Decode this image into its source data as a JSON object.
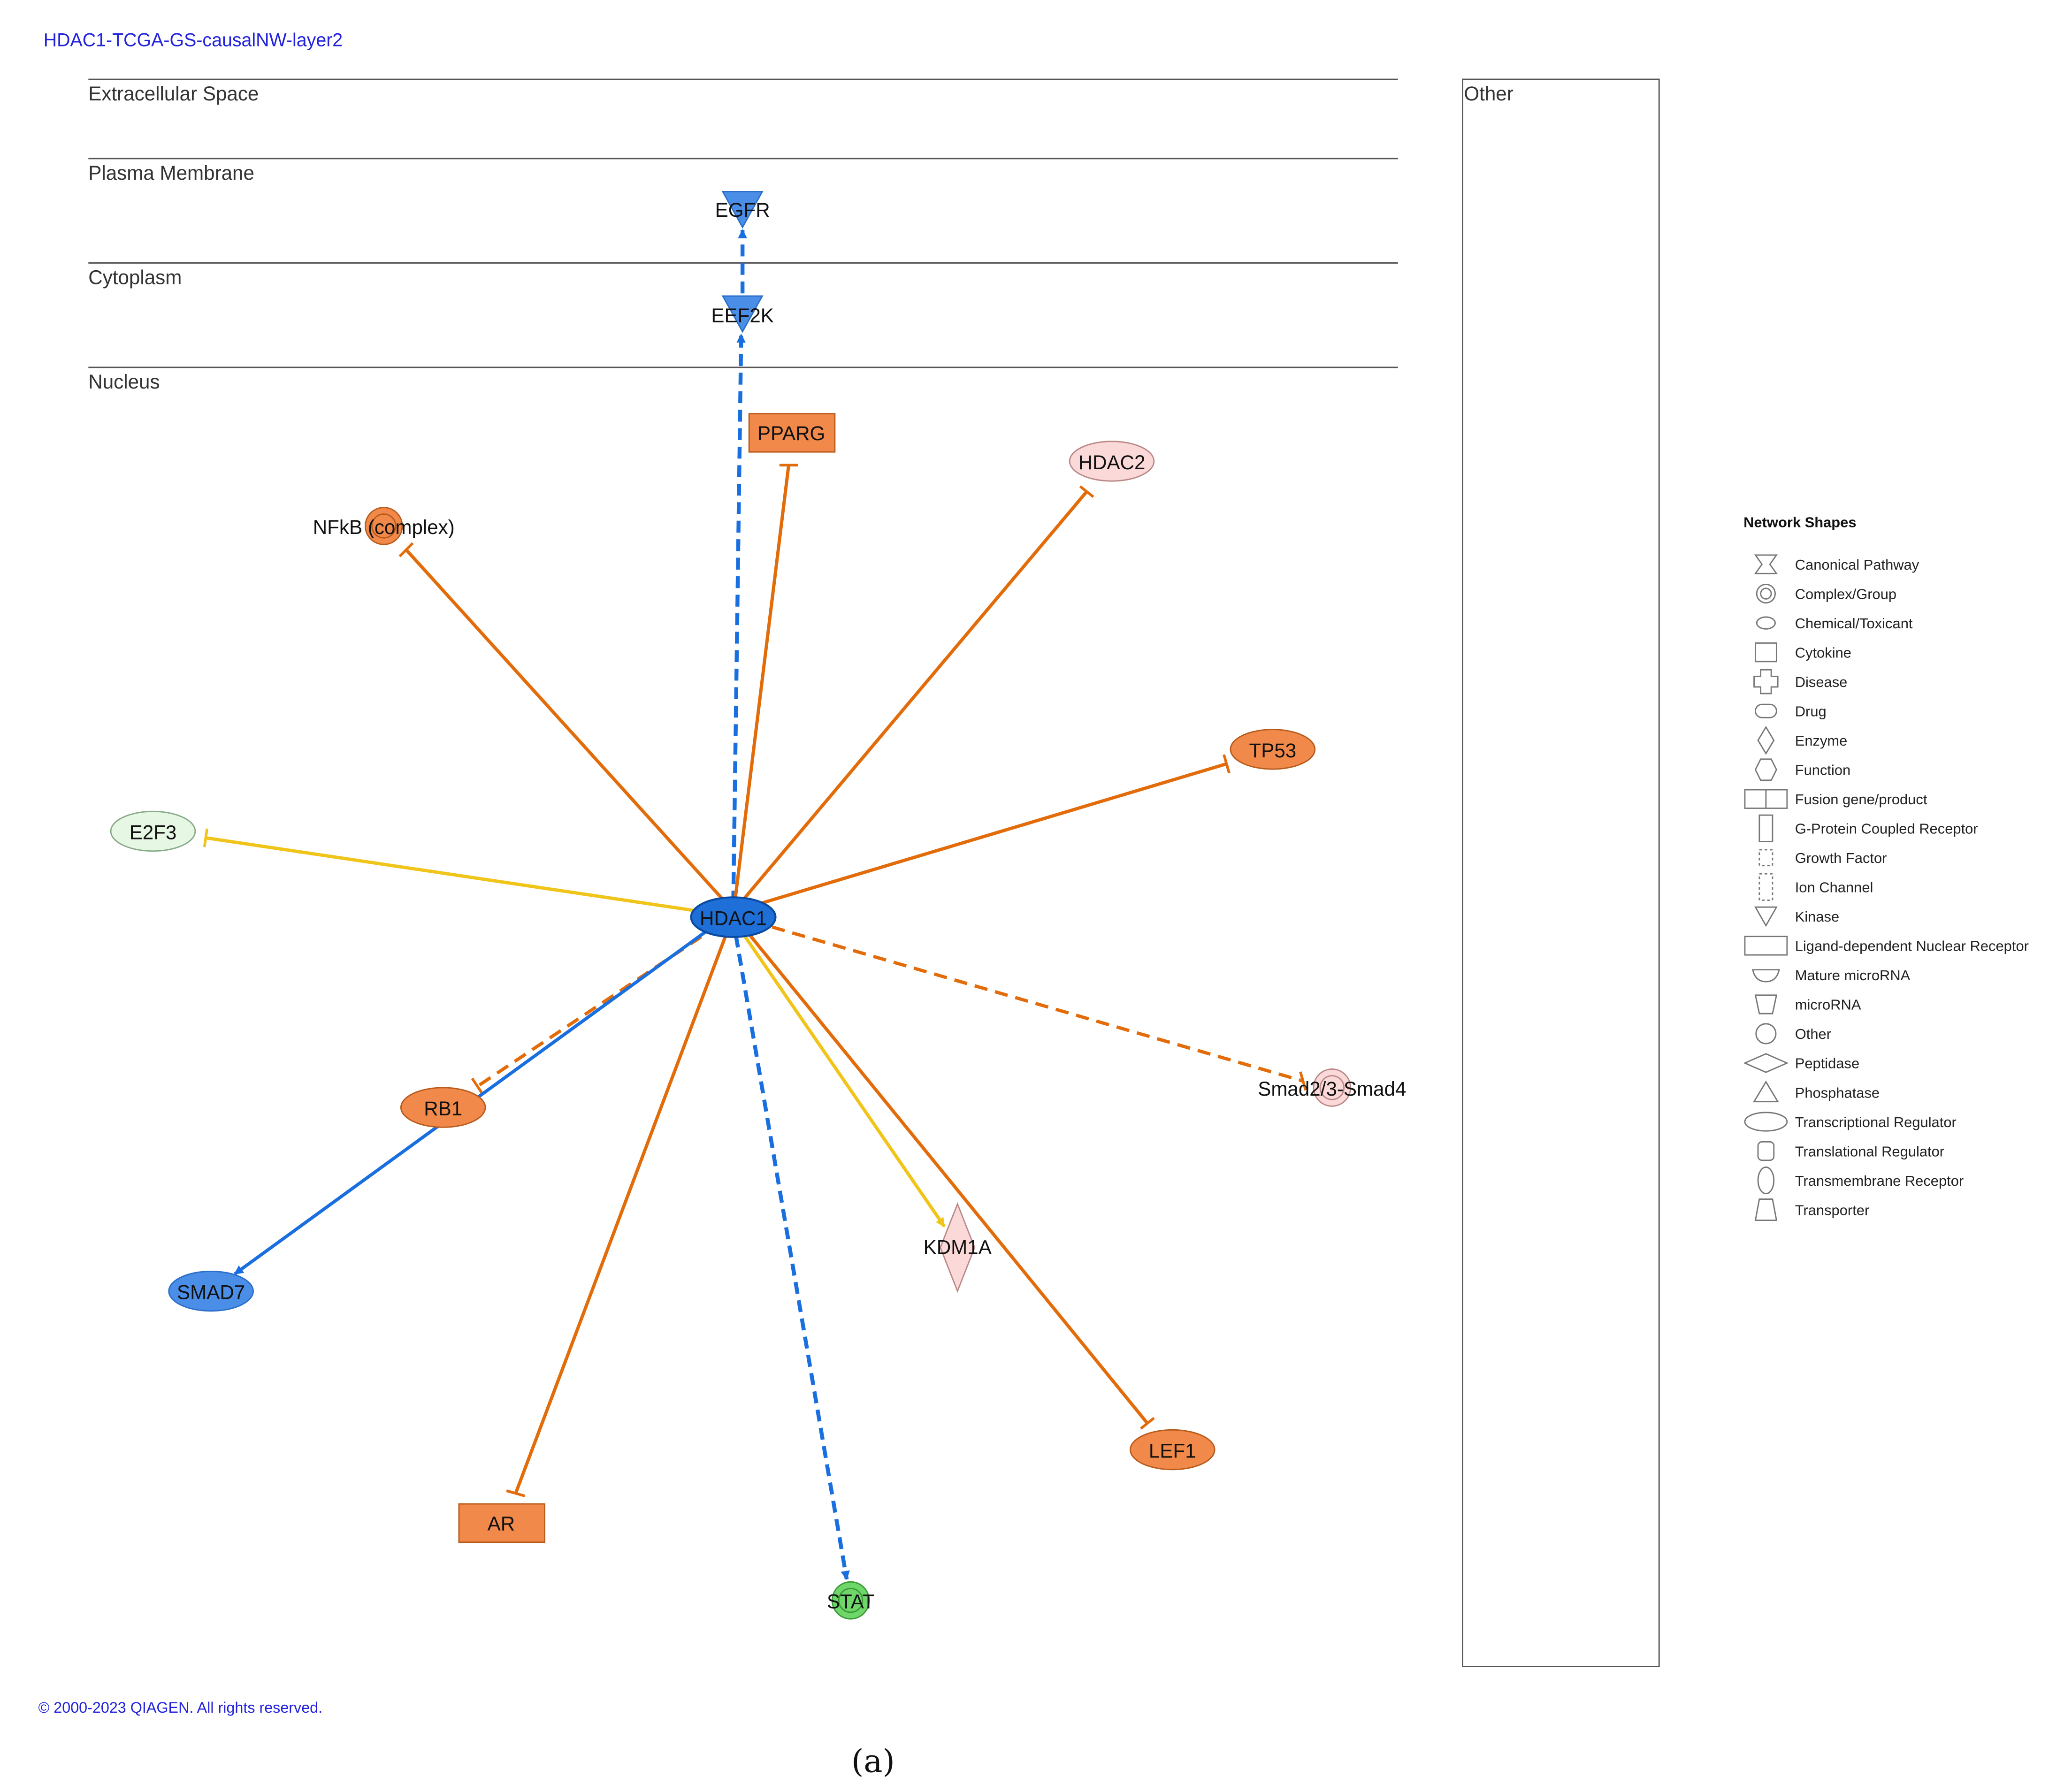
{
  "title": "HDAC1-TCGA-GS-causalNW-layer2",
  "copyright": "© 2000-2023 QIAGEN. All rights reserved.",
  "caption": "(a)",
  "colors": {
    "blue_link": "#2222dd",
    "orange": "#e36c0a",
    "yellow": "#f0c419",
    "blue": "#1a6fe0",
    "node_orange": "#f0894a",
    "node_blue": "#4a8ee8",
    "node_darkblue": "#1e70d8",
    "node_pink": "#fbd9d9",
    "node_lightgreen": "#e6f7e3",
    "node_green": "#6fd66a"
  },
  "compartments": {
    "extracellular": "Extracellular Space",
    "plasma_membrane": "Plasma Membrane",
    "cytoplasm": "Cytoplasm",
    "nucleus": "Nucleus",
    "other": "Other"
  },
  "nodes": {
    "egfr": "EGFR",
    "eef2k": "EEF2K",
    "pparg": "PPARG",
    "hdac2": "HDAC2",
    "nfkb": "NFkB (complex)",
    "tp53": "TP53",
    "e2f3": "E2F3",
    "hdac1": "HDAC1",
    "smad23": "Smad2/3-Smad4",
    "rb1": "RB1",
    "smad7": "SMAD7",
    "kdm1a": "KDM1A",
    "lef1": "LEF1",
    "ar": "AR",
    "stat": "STAT"
  },
  "legend": {
    "title": "Network Shapes",
    "items": [
      {
        "label": "Canonical Pathway",
        "icon": "canonical-pathway-icon"
      },
      {
        "label": "Complex/Group",
        "icon": "complex-group-icon"
      },
      {
        "label": "Chemical/Toxicant",
        "icon": "chemical-toxicant-icon"
      },
      {
        "label": "Cytokine",
        "icon": "cytokine-icon"
      },
      {
        "label": "Disease",
        "icon": "disease-icon"
      },
      {
        "label": "Drug",
        "icon": "drug-icon"
      },
      {
        "label": "Enzyme",
        "icon": "enzyme-icon"
      },
      {
        "label": "Function",
        "icon": "function-icon"
      },
      {
        "label": "Fusion gene/product",
        "icon": "fusion-gene-icon"
      },
      {
        "label": "G-Protein Coupled Receptor",
        "icon": "gpcr-icon"
      },
      {
        "label": "Growth Factor",
        "icon": "growth-factor-icon"
      },
      {
        "label": "Ion Channel",
        "icon": "ion-channel-icon"
      },
      {
        "label": "Kinase",
        "icon": "kinase-icon"
      },
      {
        "label": "Ligand-dependent Nuclear Receptor",
        "icon": "nuclear-receptor-icon"
      },
      {
        "label": "Mature microRNA",
        "icon": "mature-microrna-icon"
      },
      {
        "label": "microRNA",
        "icon": "microrna-icon"
      },
      {
        "label": "Other",
        "icon": "other-icon"
      },
      {
        "label": "Peptidase",
        "icon": "peptidase-icon"
      },
      {
        "label": "Phosphatase",
        "icon": "phosphatase-icon"
      },
      {
        "label": "Transcriptional Regulator",
        "icon": "transcriptional-regulator-icon"
      },
      {
        "label": "Translational Regulator",
        "icon": "translational-regulator-icon"
      },
      {
        "label": "Transmembrane Receptor",
        "icon": "transmembrane-receptor-icon"
      },
      {
        "label": "Transporter",
        "icon": "transporter-icon"
      }
    ]
  }
}
